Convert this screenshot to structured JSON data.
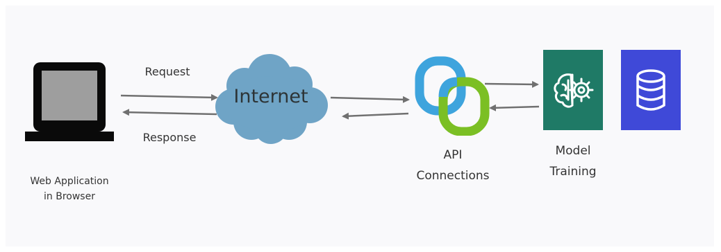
{
  "diagram": {
    "nodes": {
      "browser": {
        "label_line1": "Web Application",
        "label_line2": "in Browser",
        "icon": "laptop-icon"
      },
      "internet": {
        "label": "Internet",
        "icon": "cloud-icon"
      },
      "api": {
        "label_line1": "API",
        "label_line2": "Connections",
        "icon": "link-icon"
      },
      "model": {
        "label_line1": "Model",
        "label_line2": "Training",
        "icon": "brain-gear-icon"
      },
      "database": {
        "icon": "database-icon"
      }
    },
    "edges": {
      "request": "Request",
      "response": "Response"
    },
    "colors": {
      "laptop_frame": "#0a0a0a",
      "laptop_screen": "#9e9e9e",
      "cloud": "#6fa4c6",
      "link_blue": "#3ea4dd",
      "link_green": "#7bbf24",
      "model_box": "#1f7a66",
      "database_box": "#3f49d8",
      "arrow": "#707070"
    }
  }
}
